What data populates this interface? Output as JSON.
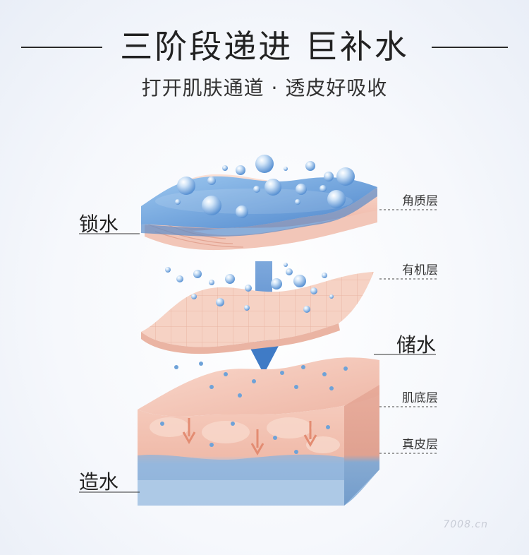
{
  "header": {
    "title": "三阶段递进 巨补水",
    "subtitle": "打开肌肤通道 · 透皮好吸收"
  },
  "stages": {
    "lock": "锁水",
    "store": "储水",
    "create": "造水"
  },
  "layers": {
    "stratum_corneum": "角质层",
    "organic": "有机层",
    "basal": "肌底层",
    "dermis": "真皮层"
  },
  "watermark": "7008.cn",
  "colors": {
    "title": "#222222",
    "water_blue": "#5d97d6",
    "skin_pink": "#f3c2b4",
    "dermis_blue": "#9cc0e0"
  }
}
